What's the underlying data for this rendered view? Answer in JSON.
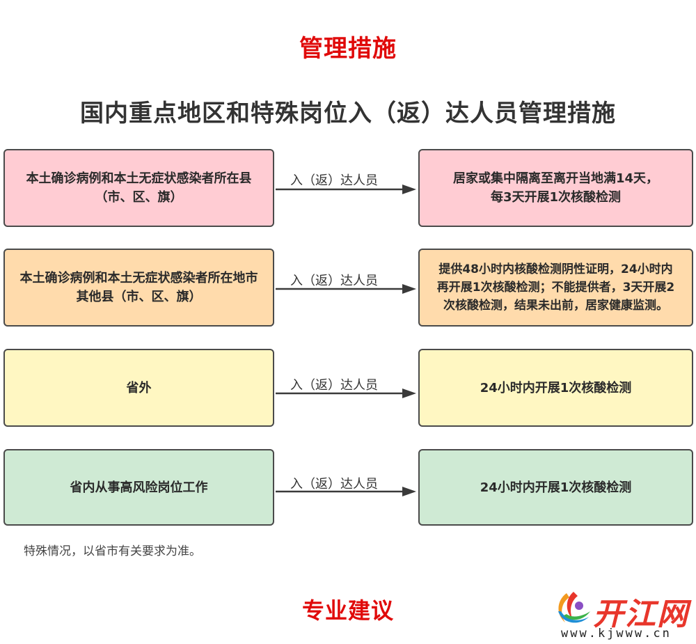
{
  "header_title": "管理措施",
  "diagram_title": "国内重点地区和特殊岗位入（返）达人员管理措施",
  "rows": [
    {
      "source": "本土确诊病例和本土无症状感染者所在县（市、区、旗）",
      "arrow_label": "入（返）达人员",
      "measure": "居家或集中隔离至离开当地满14天，每3天开展1次核酸检测",
      "fill_color": "#ffccd3"
    },
    {
      "source": "本土确诊病例和本土无症状感染者所在地市其他县（市、区、旗）",
      "arrow_label": "入（返）达人员",
      "measure": "提供48小时内核酸检测阴性证明，24小时内再开展1次核酸检测；不能提供者，3天开展2次核酸检测，结果未出前，居家健康监测。",
      "fill_color": "#ffdbac"
    },
    {
      "source": "省外",
      "arrow_label": "入（返）达人员",
      "measure": "24小时内开展1次核酸检测",
      "fill_color": "#fff7c2"
    },
    {
      "source": "省内从事高风险岗位工作",
      "arrow_label": "入（返）达人员",
      "measure": "24小时内开展1次核酸检测",
      "fill_color": "#cfead4"
    }
  ],
  "note": "特殊情况，以省市有关要求为准。",
  "footer_title": "专业建议",
  "watermark": {
    "name": "开江网",
    "url": "www.kjwww.cn"
  },
  "colors": {
    "heading_red": "#e00a0a",
    "box_border": "#4a4a4a",
    "arrow": "#3a3a3a"
  }
}
